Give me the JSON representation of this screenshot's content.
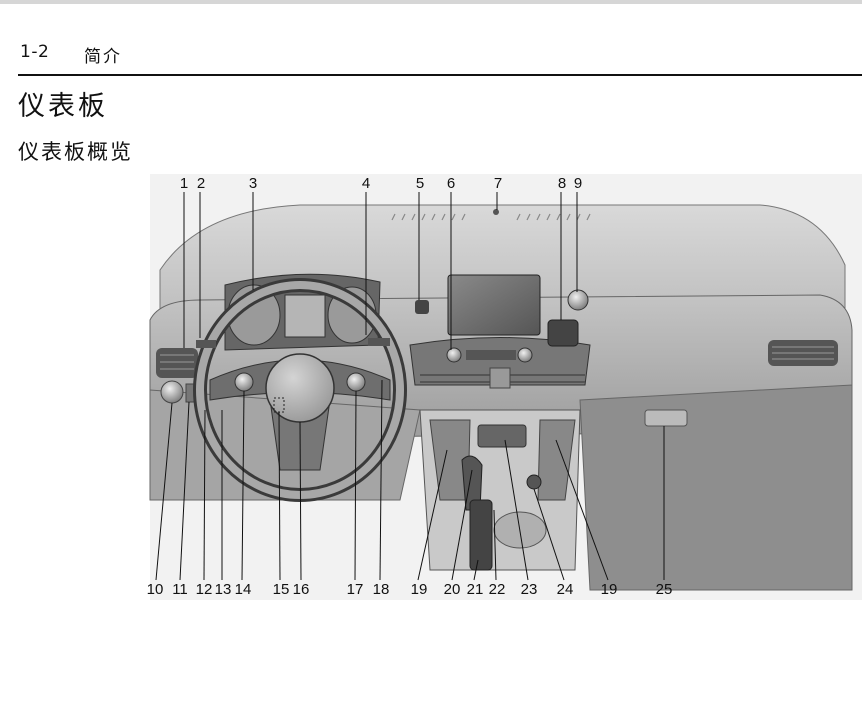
{
  "header": {
    "page_number": "1-2",
    "section": "简介"
  },
  "title": "仪表板",
  "subtitle": "仪表板概览",
  "callouts": {
    "c1": "1",
    "c2": "2",
    "c3": "3",
    "c4": "4",
    "c5": "5",
    "c6": "6",
    "c7": "7",
    "c8": "8",
    "c9": "9",
    "c10": "10",
    "c11": "11",
    "c12": "12",
    "c13": "13",
    "c14": "14",
    "c15": "15",
    "c16": "16",
    "c17": "17",
    "c18": "18",
    "c19a": "19",
    "c20": "20",
    "c21": "21",
    "c22": "22",
    "c23": "23",
    "c24": "24",
    "c19b": "19",
    "c25": "25"
  }
}
